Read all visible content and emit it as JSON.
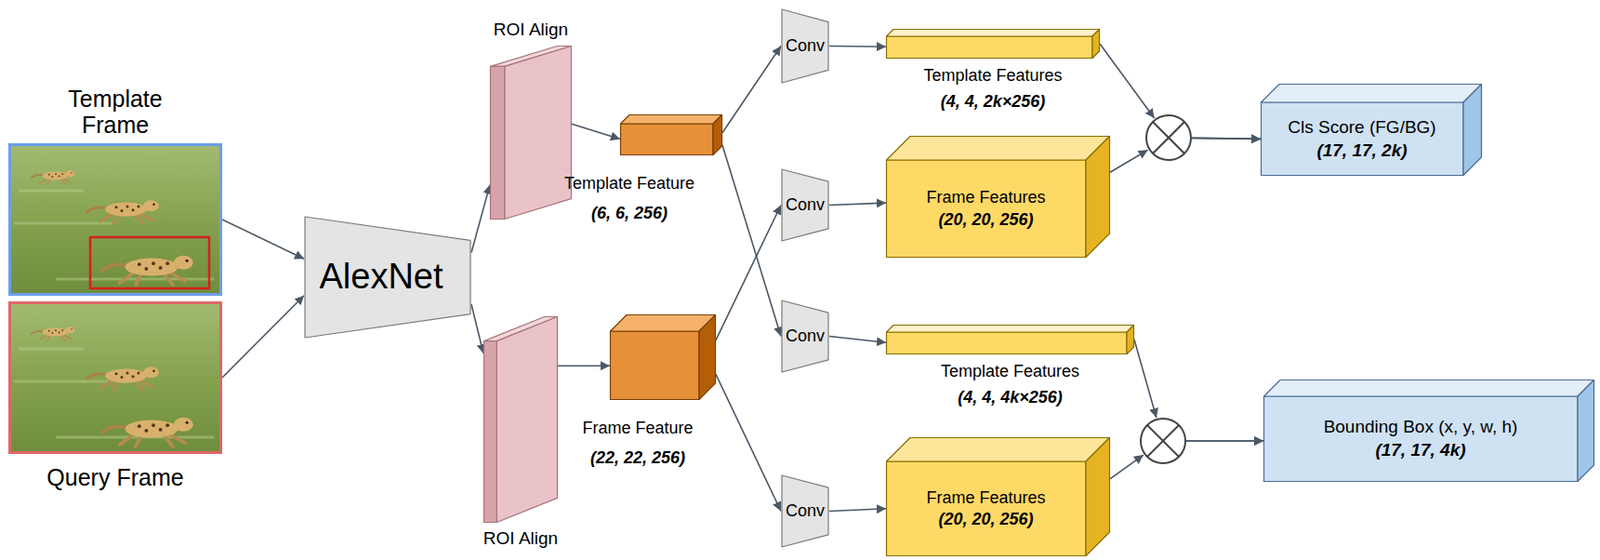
{
  "diagram": {
    "nodes": [
      {
        "text": [
          "Template Frame"
        ]
      },
      {
        "text": [
          "Query Frame"
        ]
      },
      {
        "text": [
          "AlexNet"
        ]
      },
      {
        "text": [
          "ROI Align"
        ]
      },
      {
        "text": [
          "ROI Align"
        ]
      },
      {
        "text": [
          "Template Feature",
          "(6, 6, 256)"
        ]
      },
      {
        "text": [
          "Frame Feature",
          "(22, 22, 256)"
        ]
      },
      {
        "text": [
          "Conv"
        ]
      },
      {
        "text": [
          "Conv"
        ]
      },
      {
        "text": [
          "Conv"
        ]
      },
      {
        "text": [
          "Conv"
        ]
      },
      {
        "text": [
          "Template Features",
          "(4, 4, 2k×256)"
        ]
      },
      {
        "text": [
          "Frame Features",
          "(20, 20, 256)"
        ]
      },
      {
        "text": [
          "Template Features",
          "(4, 4, 4k×256)"
        ]
      },
      {
        "text": [
          "Frame Features",
          "(20, 20, 256)"
        ]
      },
      {
        "text": [
          "Cls Score (FG/BG)",
          "(17, 17, 2k)"
        ]
      },
      {
        "text": [
          "Bounding Box (x, y, w, h)",
          "(17, 17, 4k)"
        ]
      }
    ],
    "edges": [
      {
        "from": 0,
        "to": 2,
        "arrow": "to"
      },
      {
        "from": 1,
        "to": 2,
        "arrow": "to"
      },
      {
        "from": 2,
        "to": 3,
        "arrow": "to"
      },
      {
        "from": 2,
        "to": 4,
        "arrow": "to"
      },
      {
        "from": 3,
        "to": 5,
        "arrow": "to"
      },
      {
        "from": 4,
        "to": 6,
        "arrow": "to"
      },
      {
        "from": 5,
        "to": 7,
        "arrow": "to"
      },
      {
        "from": 5,
        "to": 9,
        "arrow": "to"
      },
      {
        "from": 6,
        "to": 8,
        "arrow": "to"
      },
      {
        "from": 6,
        "to": 10,
        "arrow": "to"
      },
      {
        "from": 7,
        "to": 11,
        "arrow": "to"
      },
      {
        "from": 8,
        "to": 12,
        "arrow": "to"
      },
      {
        "from": 9,
        "to": 13,
        "arrow": "to"
      },
      {
        "from": 10,
        "to": 14,
        "arrow": "to"
      },
      {
        "from": 11,
        "to": 15,
        "arrow": "to"
      },
      {
        "from": 12,
        "to": 15,
        "arrow": "to"
      },
      {
        "from": 13,
        "to": 16,
        "arrow": "to"
      },
      {
        "from": 14,
        "to": 16,
        "arrow": "to"
      }
    ]
  }
}
